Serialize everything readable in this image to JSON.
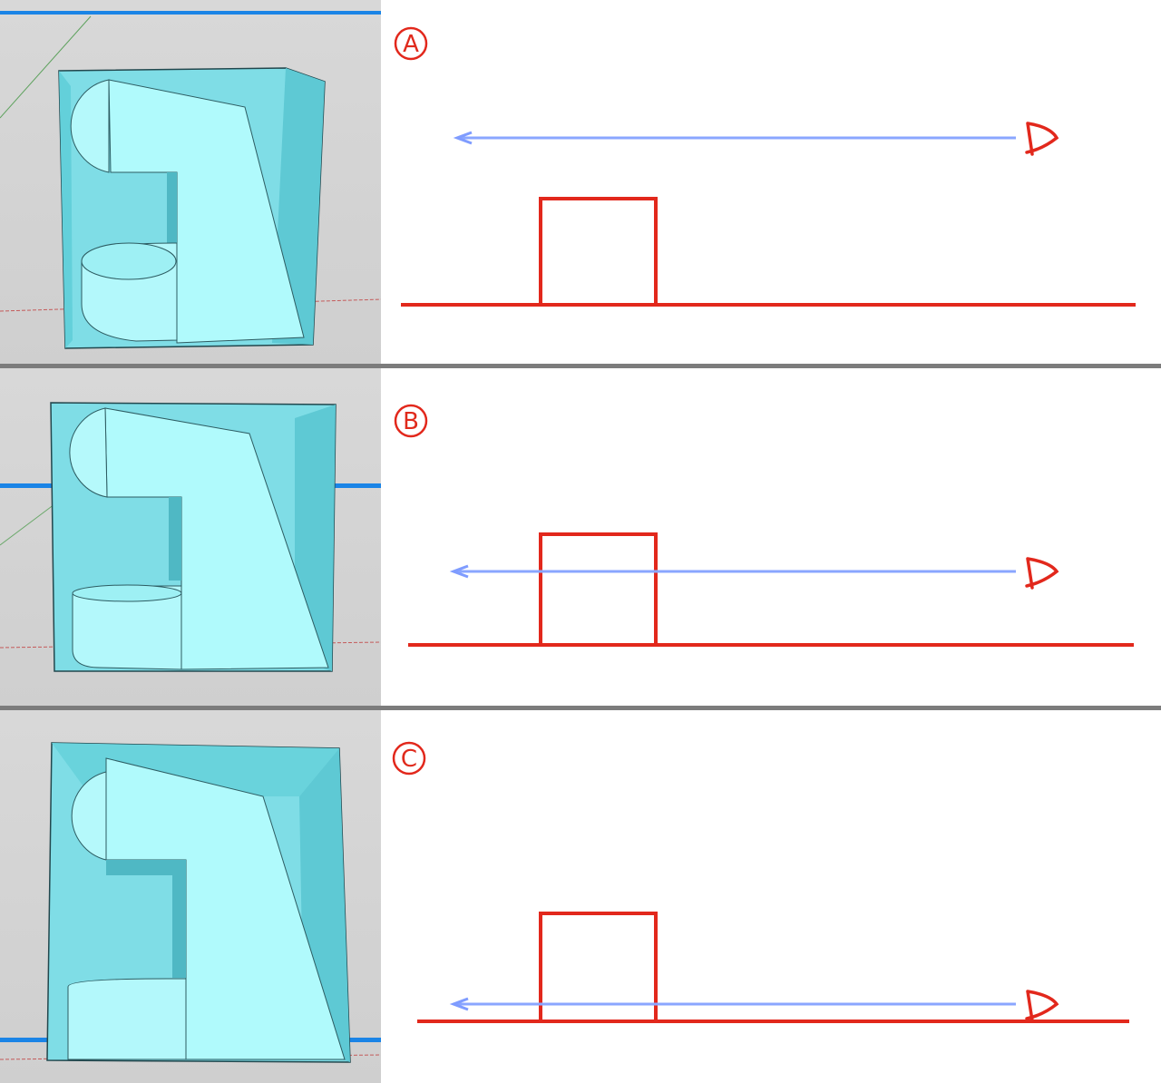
{
  "panels": [
    {
      "label": "A"
    },
    {
      "label": "B"
    },
    {
      "label": "C"
    }
  ],
  "colors": {
    "sketch_red": "#e2281c",
    "sight_blue": "#7f9cff",
    "model_face": "#a9f6fa",
    "model_side": "#6fd6e0",
    "model_shadow": "#52c6d3",
    "viewport_bg": "#d2d2d2",
    "axis_blue": "#1a84e6",
    "divider": "#7c7c7c"
  }
}
